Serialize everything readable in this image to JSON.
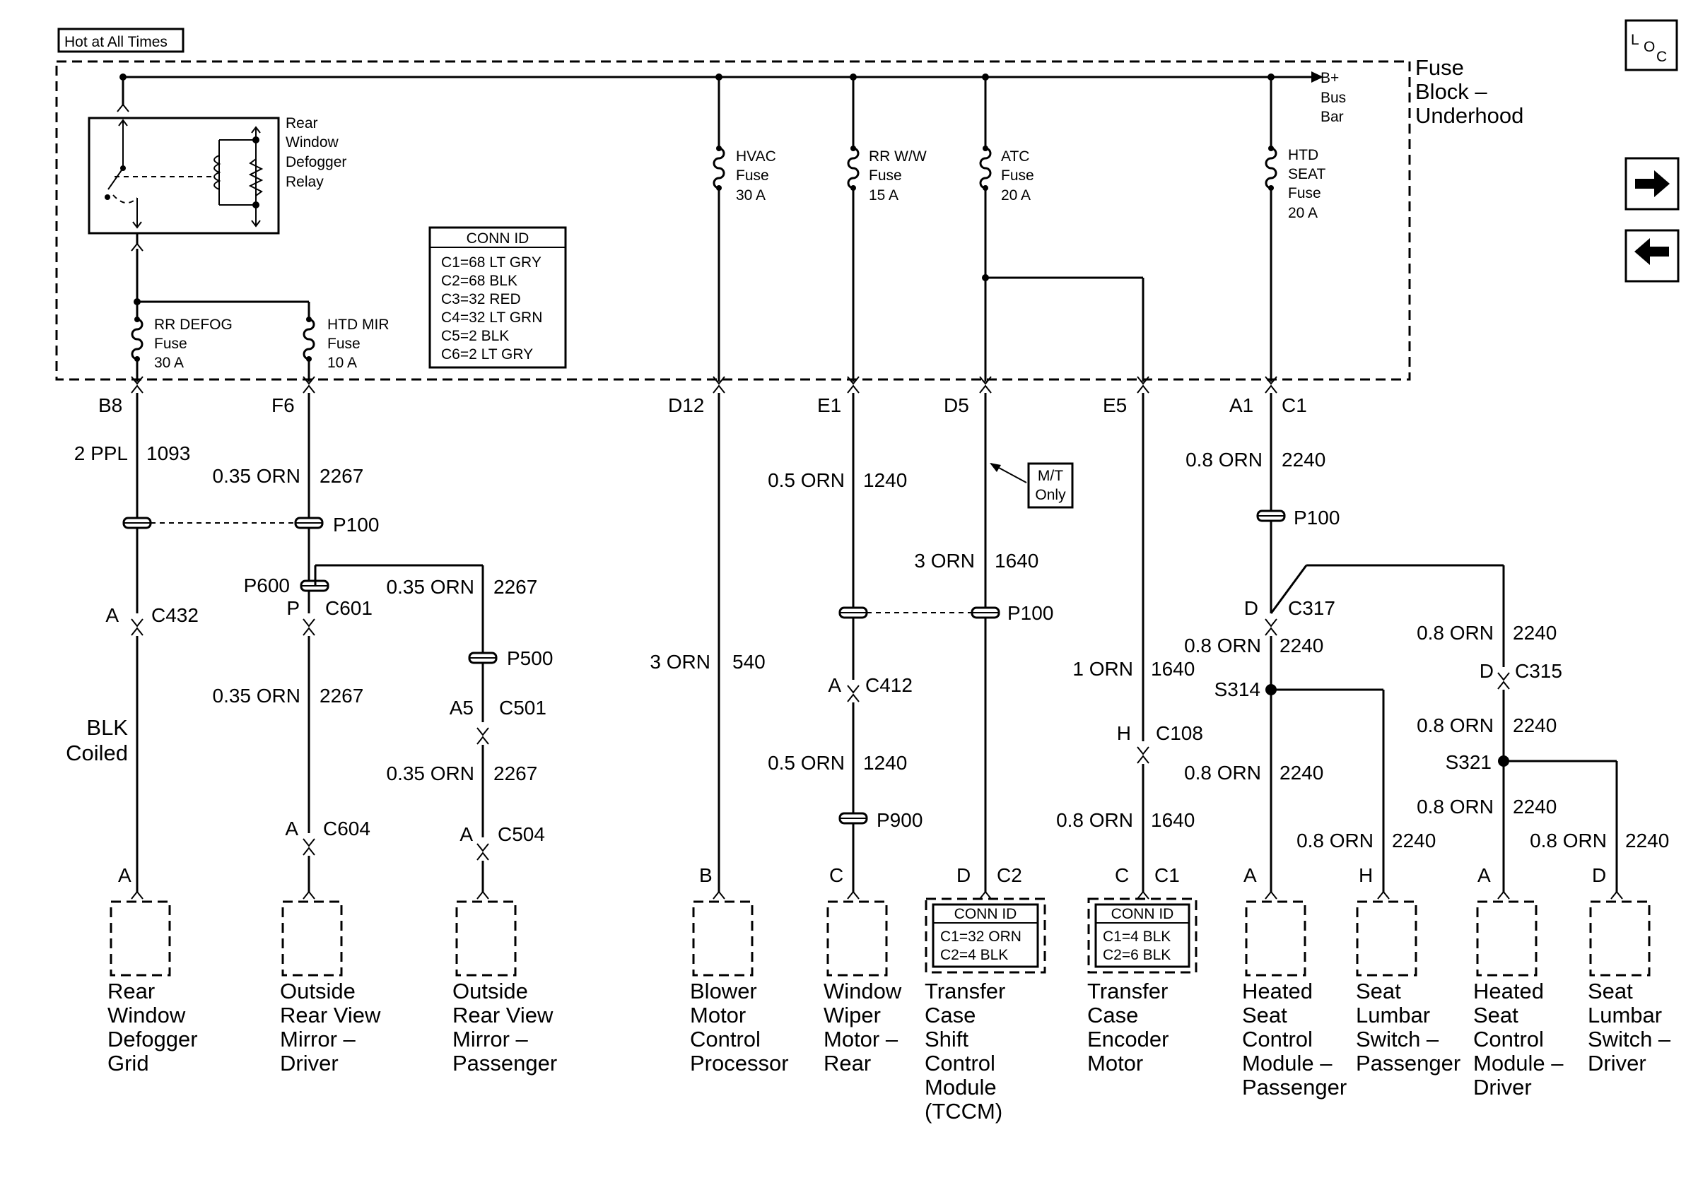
{
  "hot_label": "Hot at All Times",
  "fuse_block": {
    "l1": "Fuse",
    "l2": "Block –",
    "l3": "Underhood"
  },
  "bus_bar": {
    "l1": "B+",
    "l2": "Bus",
    "l3": "Bar"
  },
  "loc_icon": {
    "l": "L",
    "o": "O",
    "c": "C"
  },
  "relay": {
    "l1": "Rear",
    "l2": "Window",
    "l3": "Defogger",
    "l4": "Relay"
  },
  "fuses": {
    "rr_defog": {
      "l1": "RR DEFOG",
      "l2": "Fuse",
      "l3": "30 A"
    },
    "htd_mir": {
      "l1": "HTD MIR",
      "l2": "Fuse",
      "l3": "10 A"
    },
    "hvac": {
      "l1": "HVAC",
      "l2": "Fuse",
      "l3": "30 A"
    },
    "rr_ww": {
      "l1": "RR W/W",
      "l2": "Fuse",
      "l3": "15 A"
    },
    "atc": {
      "l1": "ATC",
      "l2": "Fuse",
      "l3": "20 A"
    },
    "htd_seat": {
      "l1": "HTD",
      "l2": "SEAT",
      "l3": "Fuse",
      "l4": "20 A"
    }
  },
  "conn_id_main": {
    "title": "CONN ID",
    "rows": [
      "C1=68 LT GRY",
      "C2=68 BLK",
      "C3=32 RED",
      "C4=32 LT GRN",
      "C5=2 BLK",
      "C6=2 LT GRY"
    ]
  },
  "conn_id_tccm": {
    "title": "CONN ID",
    "rows": [
      "C1=32 ORN",
      "C2=4 BLK"
    ]
  },
  "conn_id_encoder": {
    "title": "CONN ID",
    "rows": [
      "C1=4 BLK",
      "C2=6 BLK"
    ]
  },
  "terminals": {
    "b8": "B8",
    "f6": "F6",
    "d12": "D12",
    "e1": "E1",
    "d5": "D5",
    "e5": "E5",
    "a1": "A1",
    "c1": "C1"
  },
  "mt_only": {
    "l1": "M/T",
    "l2": "Only"
  },
  "wires": {
    "w1_size": "2 PPL",
    "w1_circ": "1093",
    "w2_size": "0.35 ORN",
    "w2_circ": "2267",
    "w3_size": "0.35 ORN",
    "w3_circ": "2267",
    "w4_size": "0.35 ORN",
    "w4_circ": "2267",
    "w5_size": "0.35 ORN",
    "w5_circ": "2267",
    "w6_size": "3 ORN",
    "w6_circ": "540",
    "w7_size": "0.5 ORN",
    "w7_circ": "1240",
    "w8_size": "0.5 ORN",
    "w8_circ": "1240",
    "w9_size": "3 ORN",
    "w9_circ": "1640",
    "w10_size": "1 ORN",
    "w10_circ": "1640",
    "w11_size": "0.8 ORN",
    "w11_circ": "1640",
    "w12_size": "0.8 ORN",
    "w12_circ": "2240",
    "w13_size": "0.8 ORN",
    "w13_circ": "2240",
    "w14_size": "0.8 ORN",
    "w14_circ": "2240",
    "w15_size": "0.8 ORN",
    "w15_circ": "2240",
    "w16_size": "0.8 ORN",
    "w16_circ": "2240",
    "w17_size": "0.8 ORN",
    "w17_circ": "2240",
    "w18_size": "0.8 ORN",
    "w18_circ": "2240",
    "w19_size": "0.8 ORN",
    "w19_circ": "2240"
  },
  "blk_coiled": {
    "l1": "BLK",
    "l2": "Coiled"
  },
  "connectors": {
    "p100_a": "P100",
    "p100_b": "P100",
    "p100_c": "P100",
    "p600": "P600",
    "c601_pin": "P",
    "c601": "C601",
    "c432_pin": "A",
    "c432": "C432",
    "p500": "P500",
    "c501_pin": "A5",
    "c501": "C501",
    "c604_pin": "A",
    "c604": "C604",
    "c504_pin": "A",
    "c504": "C504",
    "c412_pin": "A",
    "c412": "C412",
    "p900": "P900",
    "c108_pin": "H",
    "c108": "C108",
    "c317_pin": "D",
    "c317": "C317",
    "s314": "S314",
    "c315_pin": "D",
    "c315": "C315",
    "s321": "S321"
  },
  "comp_pins": {
    "grid": "A",
    "mir_drv": "",
    "mir_pass": "",
    "blower": "B",
    "wiper": "C",
    "tccm_pin": "D",
    "tccm_conn": "C2",
    "enc_pin": "C",
    "enc_conn": "C1",
    "hs_pass": "A",
    "lumbar_pass": "H",
    "hs_drv": "A",
    "lumbar_drv": "D"
  },
  "components": {
    "grid": [
      "Rear",
      "Window",
      "Defogger",
      "Grid"
    ],
    "mir_drv": [
      "Outside",
      "Rear View",
      "Mirror –",
      "Driver"
    ],
    "mir_pass": [
      "Outside",
      "Rear View",
      "Mirror –",
      "Passenger"
    ],
    "blower": [
      "Blower",
      "Motor",
      "Control",
      "Processor"
    ],
    "wiper": [
      "Window",
      "Wiper",
      "Motor –",
      "Rear"
    ],
    "tccm": [
      "Transfer",
      "Case",
      "Shift",
      "Control",
      "Module",
      "(TCCM)"
    ],
    "encoder": [
      "Transfer",
      "Case",
      "Encoder",
      "Motor"
    ],
    "hs_pass": [
      "Heated",
      "Seat",
      "Control",
      "Module –",
      "Passenger"
    ],
    "lumbar_pass": [
      "Seat",
      "Lumbar",
      "Switch –",
      "Passenger"
    ],
    "hs_drv": [
      "Heated",
      "Seat",
      "Control",
      "Module –",
      "Driver"
    ],
    "lumbar_drv": [
      "Seat",
      "Lumbar",
      "Switch –",
      "Driver"
    ]
  },
  "nav": {
    "next": "next-page",
    "prev": "previous-page"
  }
}
